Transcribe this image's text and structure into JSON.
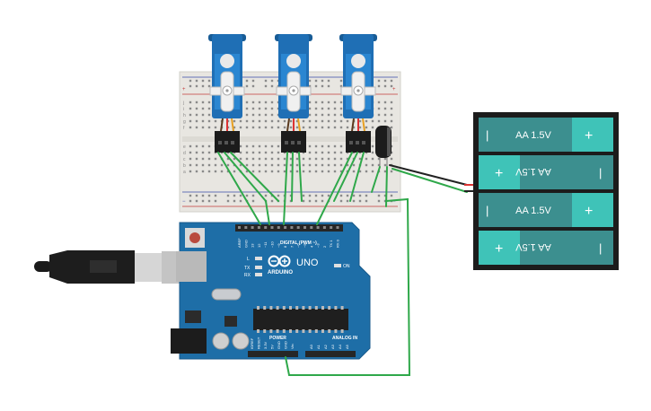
{
  "arduino": {
    "brand": "ARDUINO",
    "model": "UNO",
    "digital_label": "DIGITAL (PWM ~)",
    "power_label": "POWER",
    "analog_label": "ANALOG IN",
    "on_label": "ON",
    "l_label": "L",
    "tx_label": "TX",
    "rx_label": "RX",
    "top_pins": [
      "AREF",
      "GND",
      "13",
      "12",
      "~11",
      "~10",
      "~9",
      "8",
      "7",
      "~6",
      "~5",
      "4",
      "~3",
      "2",
      "TX 1",
      "RX 0"
    ],
    "power_pins": [
      "IOREF",
      "RESET",
      "3.3V",
      "5V",
      "GND",
      "GND",
      "Vin"
    ],
    "analog_pins": [
      "A0",
      "A1",
      "A2",
      "A3",
      "A4",
      "A5"
    ]
  },
  "battery": {
    "cells": [
      {
        "label": "AA 1.5V",
        "minus": "−",
        "plus": "+"
      },
      {
        "label": "AA 1.5V",
        "minus": "−",
        "plus": "+"
      },
      {
        "label": "AA 1.5V",
        "minus": "−",
        "plus": "+"
      },
      {
        "label": "AA 1.5V",
        "minus": "−",
        "plus": "+"
      }
    ]
  },
  "breadboard": {
    "rail_plus": "+",
    "rail_minus": "−",
    "row_letters_top": [
      "j",
      "i",
      "h",
      "g",
      "f"
    ],
    "row_letters_bottom": [
      "e",
      "d",
      "c",
      "b",
      "a"
    ]
  },
  "colors": {
    "wire": "#2fa84a",
    "servo": "#1f6fb5",
    "arduino": "#1e6ea7",
    "battery_cell": "#3c8f8f",
    "battery_cap": "#3fc3b8"
  }
}
